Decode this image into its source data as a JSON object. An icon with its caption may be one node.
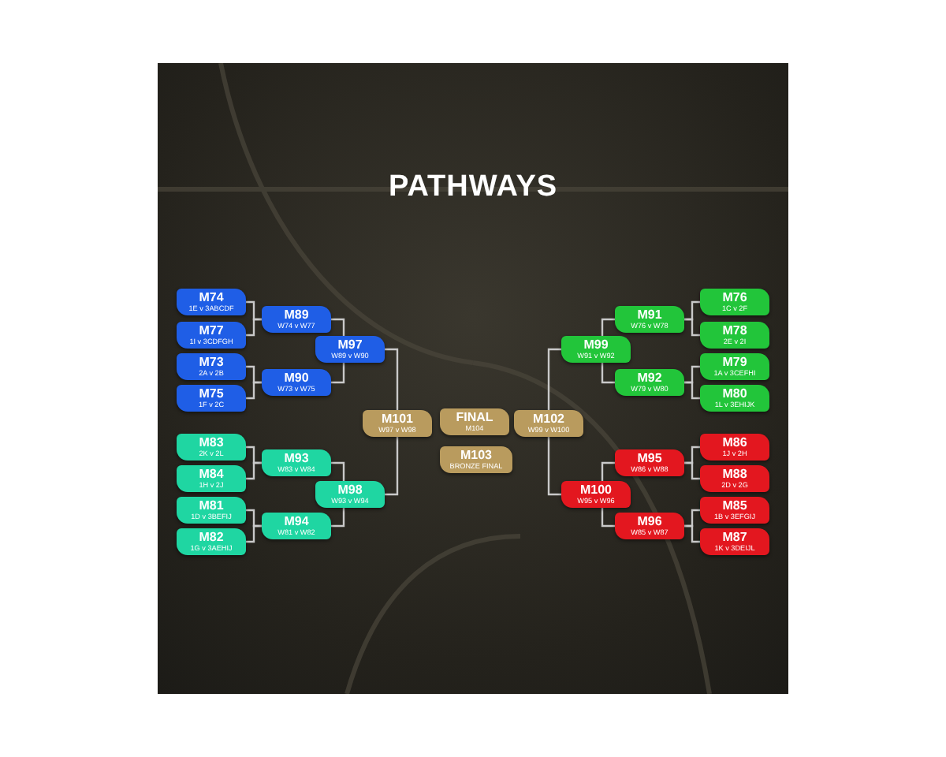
{
  "diagram": {
    "title": "PATHWAYS",
    "nodes": [
      {
        "text": [
          "M74",
          "1E v 3ABCDF"
        ]
      },
      {
        "text": [
          "M77",
          "1I v 3CDFGH"
        ]
      },
      {
        "text": [
          "M73",
          "2A v 2B"
        ]
      },
      {
        "text": [
          "M75",
          "1F v 2C"
        ]
      },
      {
        "text": [
          "M83",
          "2K v 2L"
        ]
      },
      {
        "text": [
          "M84",
          "1H v 2J"
        ]
      },
      {
        "text": [
          "M81",
          "1D v 3BEFIJ"
        ]
      },
      {
        "text": [
          "M82",
          "1G v 3AEHIJ"
        ]
      },
      {
        "text": [
          "M89",
          "W74 v W77"
        ]
      },
      {
        "text": [
          "M90",
          "W73 v W75"
        ]
      },
      {
        "text": [
          "M93",
          "W83 v W84"
        ]
      },
      {
        "text": [
          "M94",
          "W81 v W82"
        ]
      },
      {
        "text": [
          "M97",
          "W89 v W90"
        ]
      },
      {
        "text": [
          "M98",
          "W93 v W94"
        ]
      },
      {
        "text": [
          "M101",
          "W97 v W98"
        ]
      },
      {
        "text": [
          "FINAL",
          "M104"
        ]
      },
      {
        "text": [
          "M103",
          "BRONZE FINAL"
        ]
      },
      {
        "text": [
          "M102",
          "W99 v W100"
        ]
      },
      {
        "text": [
          "M99",
          "W91 v W92"
        ]
      },
      {
        "text": [
          "M100",
          "W95 v W96"
        ]
      },
      {
        "text": [
          "M91",
          "W76 v W78"
        ]
      },
      {
        "text": [
          "M92",
          "W79 v W80"
        ]
      },
      {
        "text": [
          "M95",
          "W86 v W88"
        ]
      },
      {
        "text": [
          "M96",
          "W85 v W87"
        ]
      },
      {
        "text": [
          "M76",
          "1C v 2F"
        ]
      },
      {
        "text": [
          "M78",
          "2E v 2I"
        ]
      },
      {
        "text": [
          "M79",
          "1A v 3CEFHI"
        ]
      },
      {
        "text": [
          "M80",
          "1L v 3EHIJK"
        ]
      },
      {
        "text": [
          "M86",
          "1J v 2H"
        ]
      },
      {
        "text": [
          "M88",
          "2D v 2G"
        ]
      },
      {
        "text": [
          "M85",
          "1B v 3EFGIJ"
        ]
      },
      {
        "text": [
          "M87",
          "1K v 3DEIJL"
        ]
      }
    ],
    "edges": [
      {
        "from": 0,
        "to": 8,
        "arrow": "none"
      },
      {
        "from": 1,
        "to": 8,
        "arrow": "none"
      },
      {
        "from": 2,
        "to": 9,
        "arrow": "none"
      },
      {
        "from": 3,
        "to": 9,
        "arrow": "none"
      },
      {
        "from": 4,
        "to": 10,
        "arrow": "none"
      },
      {
        "from": 5,
        "to": 10,
        "arrow": "none"
      },
      {
        "from": 6,
        "to": 11,
        "arrow": "none"
      },
      {
        "from": 7,
        "to": 11,
        "arrow": "none"
      },
      {
        "from": 8,
        "to": 12,
        "arrow": "none"
      },
      {
        "from": 9,
        "to": 12,
        "arrow": "none"
      },
      {
        "from": 10,
        "to": 13,
        "arrow": "none"
      },
      {
        "from": 11,
        "to": 13,
        "arrow": "none"
      },
      {
        "from": 12,
        "to": 14,
        "arrow": "none"
      },
      {
        "from": 13,
        "to": 14,
        "arrow": "none"
      },
      {
        "from": 24,
        "to": 20,
        "arrow": "none"
      },
      {
        "from": 25,
        "to": 20,
        "arrow": "none"
      },
      {
        "from": 26,
        "to": 21,
        "arrow": "none"
      },
      {
        "from": 27,
        "to": 21,
        "arrow": "none"
      },
      {
        "from": 28,
        "to": 22,
        "arrow": "none"
      },
      {
        "from": 29,
        "to": 22,
        "arrow": "none"
      },
      {
        "from": 30,
        "to": 23,
        "arrow": "none"
      },
      {
        "from": 31,
        "to": 23,
        "arrow": "none"
      },
      {
        "from": 20,
        "to": 18,
        "arrow": "none"
      },
      {
        "from": 21,
        "to": 18,
        "arrow": "none"
      },
      {
        "from": 22,
        "to": 19,
        "arrow": "none"
      },
      {
        "from": 23,
        "to": 19,
        "arrow": "none"
      },
      {
        "from": 18,
        "to": 17,
        "arrow": "none"
      },
      {
        "from": 19,
        "to": 17,
        "arrow": "none"
      }
    ]
  }
}
